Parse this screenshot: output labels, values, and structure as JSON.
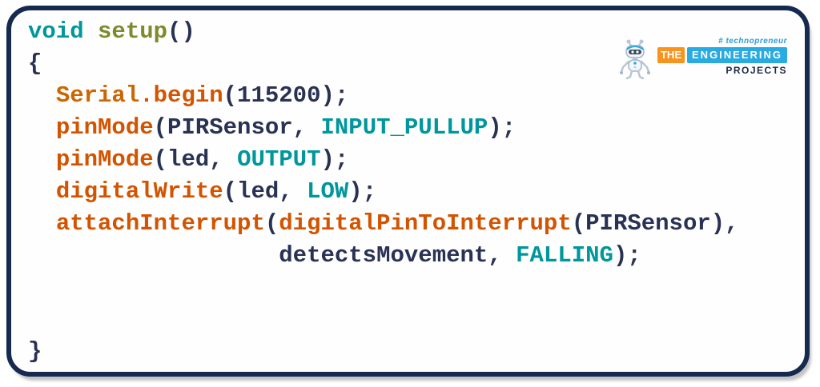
{
  "colors": {
    "frame_border": "#16294e",
    "plain": "#2a3254",
    "keyword": "#00979C",
    "function": "#D35400",
    "function2": "#7E8A2B",
    "object": "#CC6600",
    "logo_orange": "#F7941E",
    "logo_cyan": "#29ABE2",
    "hashtag_blue": "#2d9cdb",
    "projects_navy": "#1c2844"
  },
  "logo": {
    "hashtag": "# technopreneur",
    "badge_the": "THE",
    "badge_engineering": "ENGINEERING",
    "badge_projects": "PROJECTS"
  },
  "code": {
    "language": "arduino-c",
    "lines": [
      {
        "tokens": [
          {
            "t": "void",
            "c": "kw"
          },
          {
            "t": " ",
            "c": "plain"
          },
          {
            "t": "setup",
            "c": "fn2"
          },
          {
            "t": "()",
            "c": "plain"
          }
        ]
      },
      {
        "tokens": [
          {
            "t": "{",
            "c": "plain"
          }
        ]
      },
      {
        "tokens": [
          {
            "t": "  ",
            "c": "plain"
          },
          {
            "t": "Serial",
            "c": "obj"
          },
          {
            "t": ".begin",
            "c": "fn"
          },
          {
            "t": "(115200);",
            "c": "plain"
          }
        ]
      },
      {
        "tokens": [
          {
            "t": "  ",
            "c": "plain"
          },
          {
            "t": "pinMode",
            "c": "fn"
          },
          {
            "t": "(PIRSensor, ",
            "c": "plain"
          },
          {
            "t": "INPUT_PULLUP",
            "c": "kw"
          },
          {
            "t": ");",
            "c": "plain"
          }
        ]
      },
      {
        "tokens": [
          {
            "t": "  ",
            "c": "plain"
          },
          {
            "t": "pinMode",
            "c": "fn"
          },
          {
            "t": "(led, ",
            "c": "plain"
          },
          {
            "t": "OUTPUT",
            "c": "kw"
          },
          {
            "t": ");",
            "c": "plain"
          }
        ]
      },
      {
        "tokens": [
          {
            "t": "  ",
            "c": "plain"
          },
          {
            "t": "digitalWrite",
            "c": "fn"
          },
          {
            "t": "(led, ",
            "c": "plain"
          },
          {
            "t": "LOW",
            "c": "kw"
          },
          {
            "t": ");",
            "c": "plain"
          }
        ]
      },
      {
        "tokens": [
          {
            "t": "  ",
            "c": "plain"
          },
          {
            "t": "attachInterrupt",
            "c": "fn"
          },
          {
            "t": "(",
            "c": "plain"
          },
          {
            "t": "digitalPinToInterrupt",
            "c": "fn"
          },
          {
            "t": "(PIRSensor),",
            "c": "plain"
          }
        ]
      },
      {
        "tokens": [
          {
            "t": "                  ",
            "c": "plain"
          },
          {
            "t": "detectsMovement, ",
            "c": "plain"
          },
          {
            "t": "FALLING",
            "c": "kw"
          },
          {
            "t": ");",
            "c": "plain"
          }
        ]
      },
      {
        "tokens": []
      },
      {
        "tokens": []
      },
      {
        "tokens": [
          {
            "t": "}",
            "c": "plain"
          }
        ]
      }
    ]
  }
}
